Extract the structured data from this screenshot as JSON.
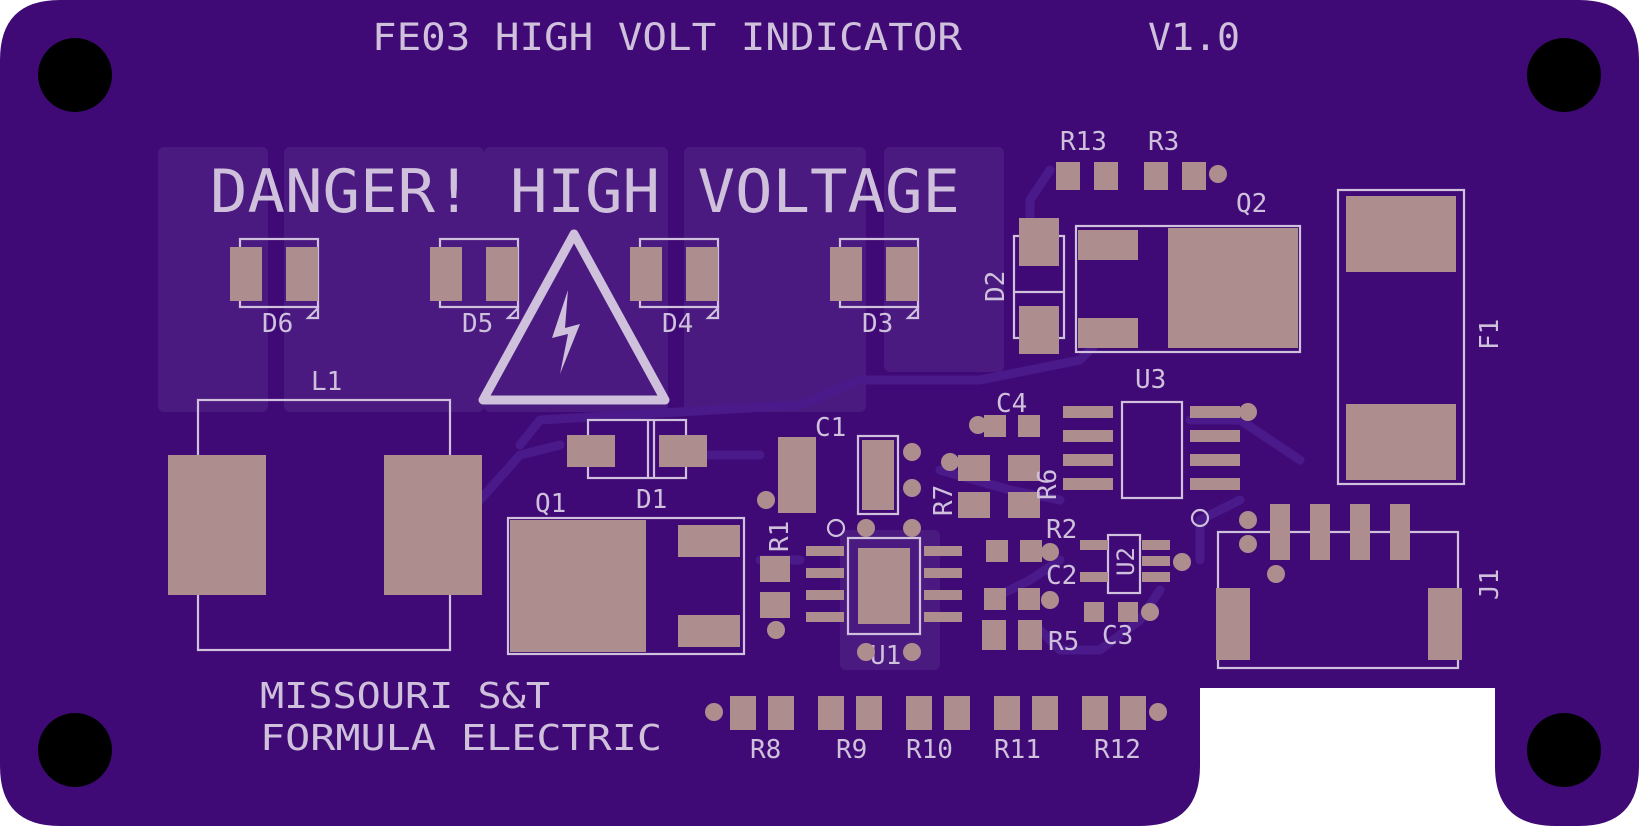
{
  "board": {
    "title": "FE03 HIGH VOLT INDICATOR",
    "version": "V1.0",
    "warning": "DANGER! HIGH VOLTAGE",
    "org_line1": "MISSOURI S&T",
    "org_line2": "FORMULA ELECTRIC",
    "warning_icon": "high-voltage-triangle-icon"
  },
  "colors": {
    "board": "#3f0a75",
    "zone": "#4a1a80",
    "silkscreen": "#cfc0dc",
    "pad": "#ad8d8e",
    "hole": "#000000",
    "background": "#ffffff"
  },
  "designators": {
    "D6": "D6",
    "D5": "D5",
    "D4": "D4",
    "D3": "D3",
    "D2": "D2",
    "D1": "D1",
    "L1": "L1",
    "Q1": "Q1",
    "Q2": "Q2",
    "C1": "C1",
    "C2": "C2",
    "C3": "C3",
    "C4": "C4",
    "R1": "R1",
    "R2": "R2",
    "R3": "R3",
    "R5": "R5",
    "R6": "R6",
    "R7": "R7",
    "R8": "R8",
    "R9": "R9",
    "R10": "R10",
    "R11": "R11",
    "R12": "R12",
    "R13": "R13",
    "U1": "U1",
    "U2": "U2",
    "U3": "U3",
    "F1": "F1",
    "J1": "J1"
  }
}
